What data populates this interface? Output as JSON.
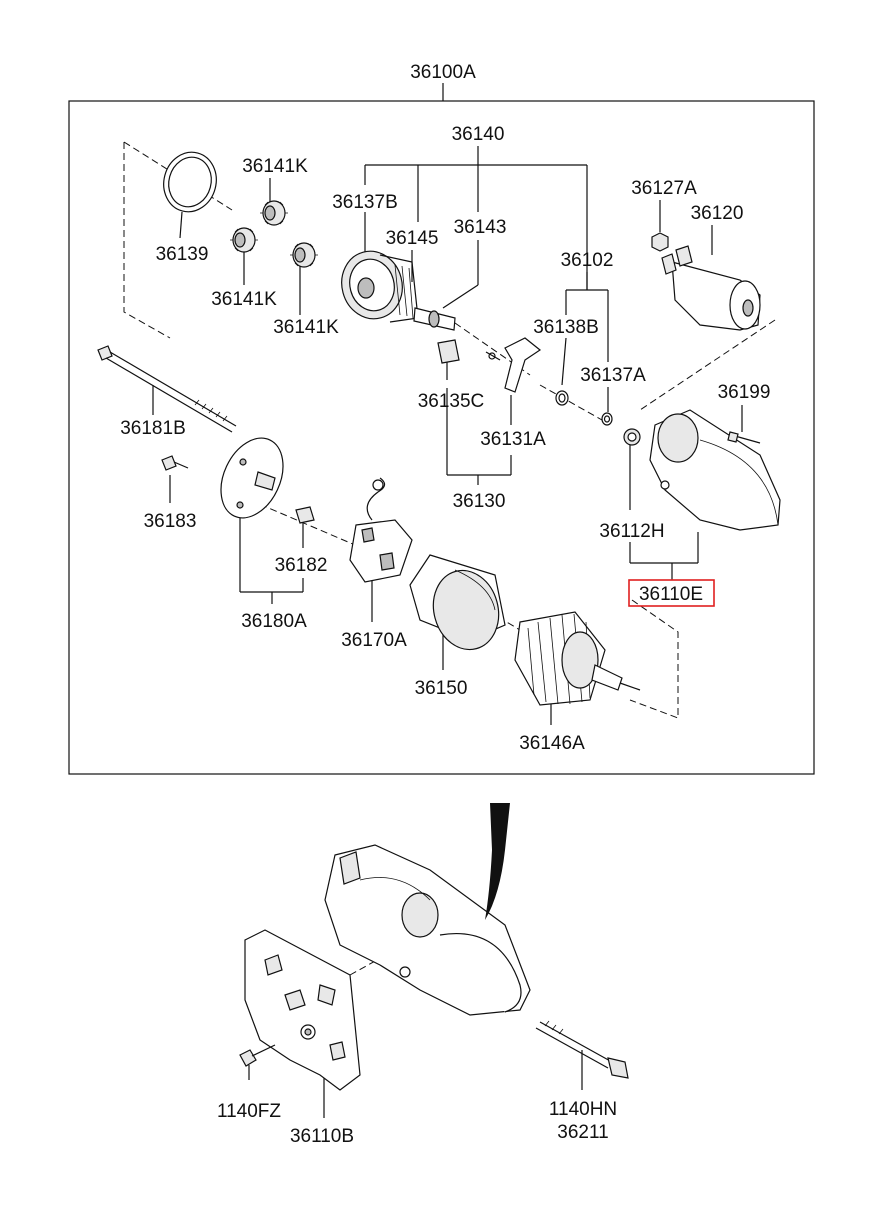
{
  "title": "36100A",
  "highlight_color": "#e02020",
  "parts": {
    "p36140": "36140",
    "p36141K_a": "36141K",
    "p36141K_b": "36141K",
    "p36141K_c": "36141K",
    "p36139": "36139",
    "p36137B": "36137B",
    "p36145": "36145",
    "p36143": "36143",
    "p36102": "36102",
    "p36127A": "36127A",
    "p36120": "36120",
    "p36138B": "36138B",
    "p36137A": "36137A",
    "p36199": "36199",
    "p36135C": "36135C",
    "p36131A": "36131A",
    "p36130": "36130",
    "p36181B": "36181B",
    "p36183": "36183",
    "p36182": "36182",
    "p36180A": "36180A",
    "p36170A": "36170A",
    "p36150": "36150",
    "p36146A": "36146A",
    "p36112H": "36112H",
    "p36110E": "36110E",
    "p1140FZ": "1140FZ",
    "p36110B": "36110B",
    "p1140HN": "1140HN",
    "p36211": "36211"
  }
}
